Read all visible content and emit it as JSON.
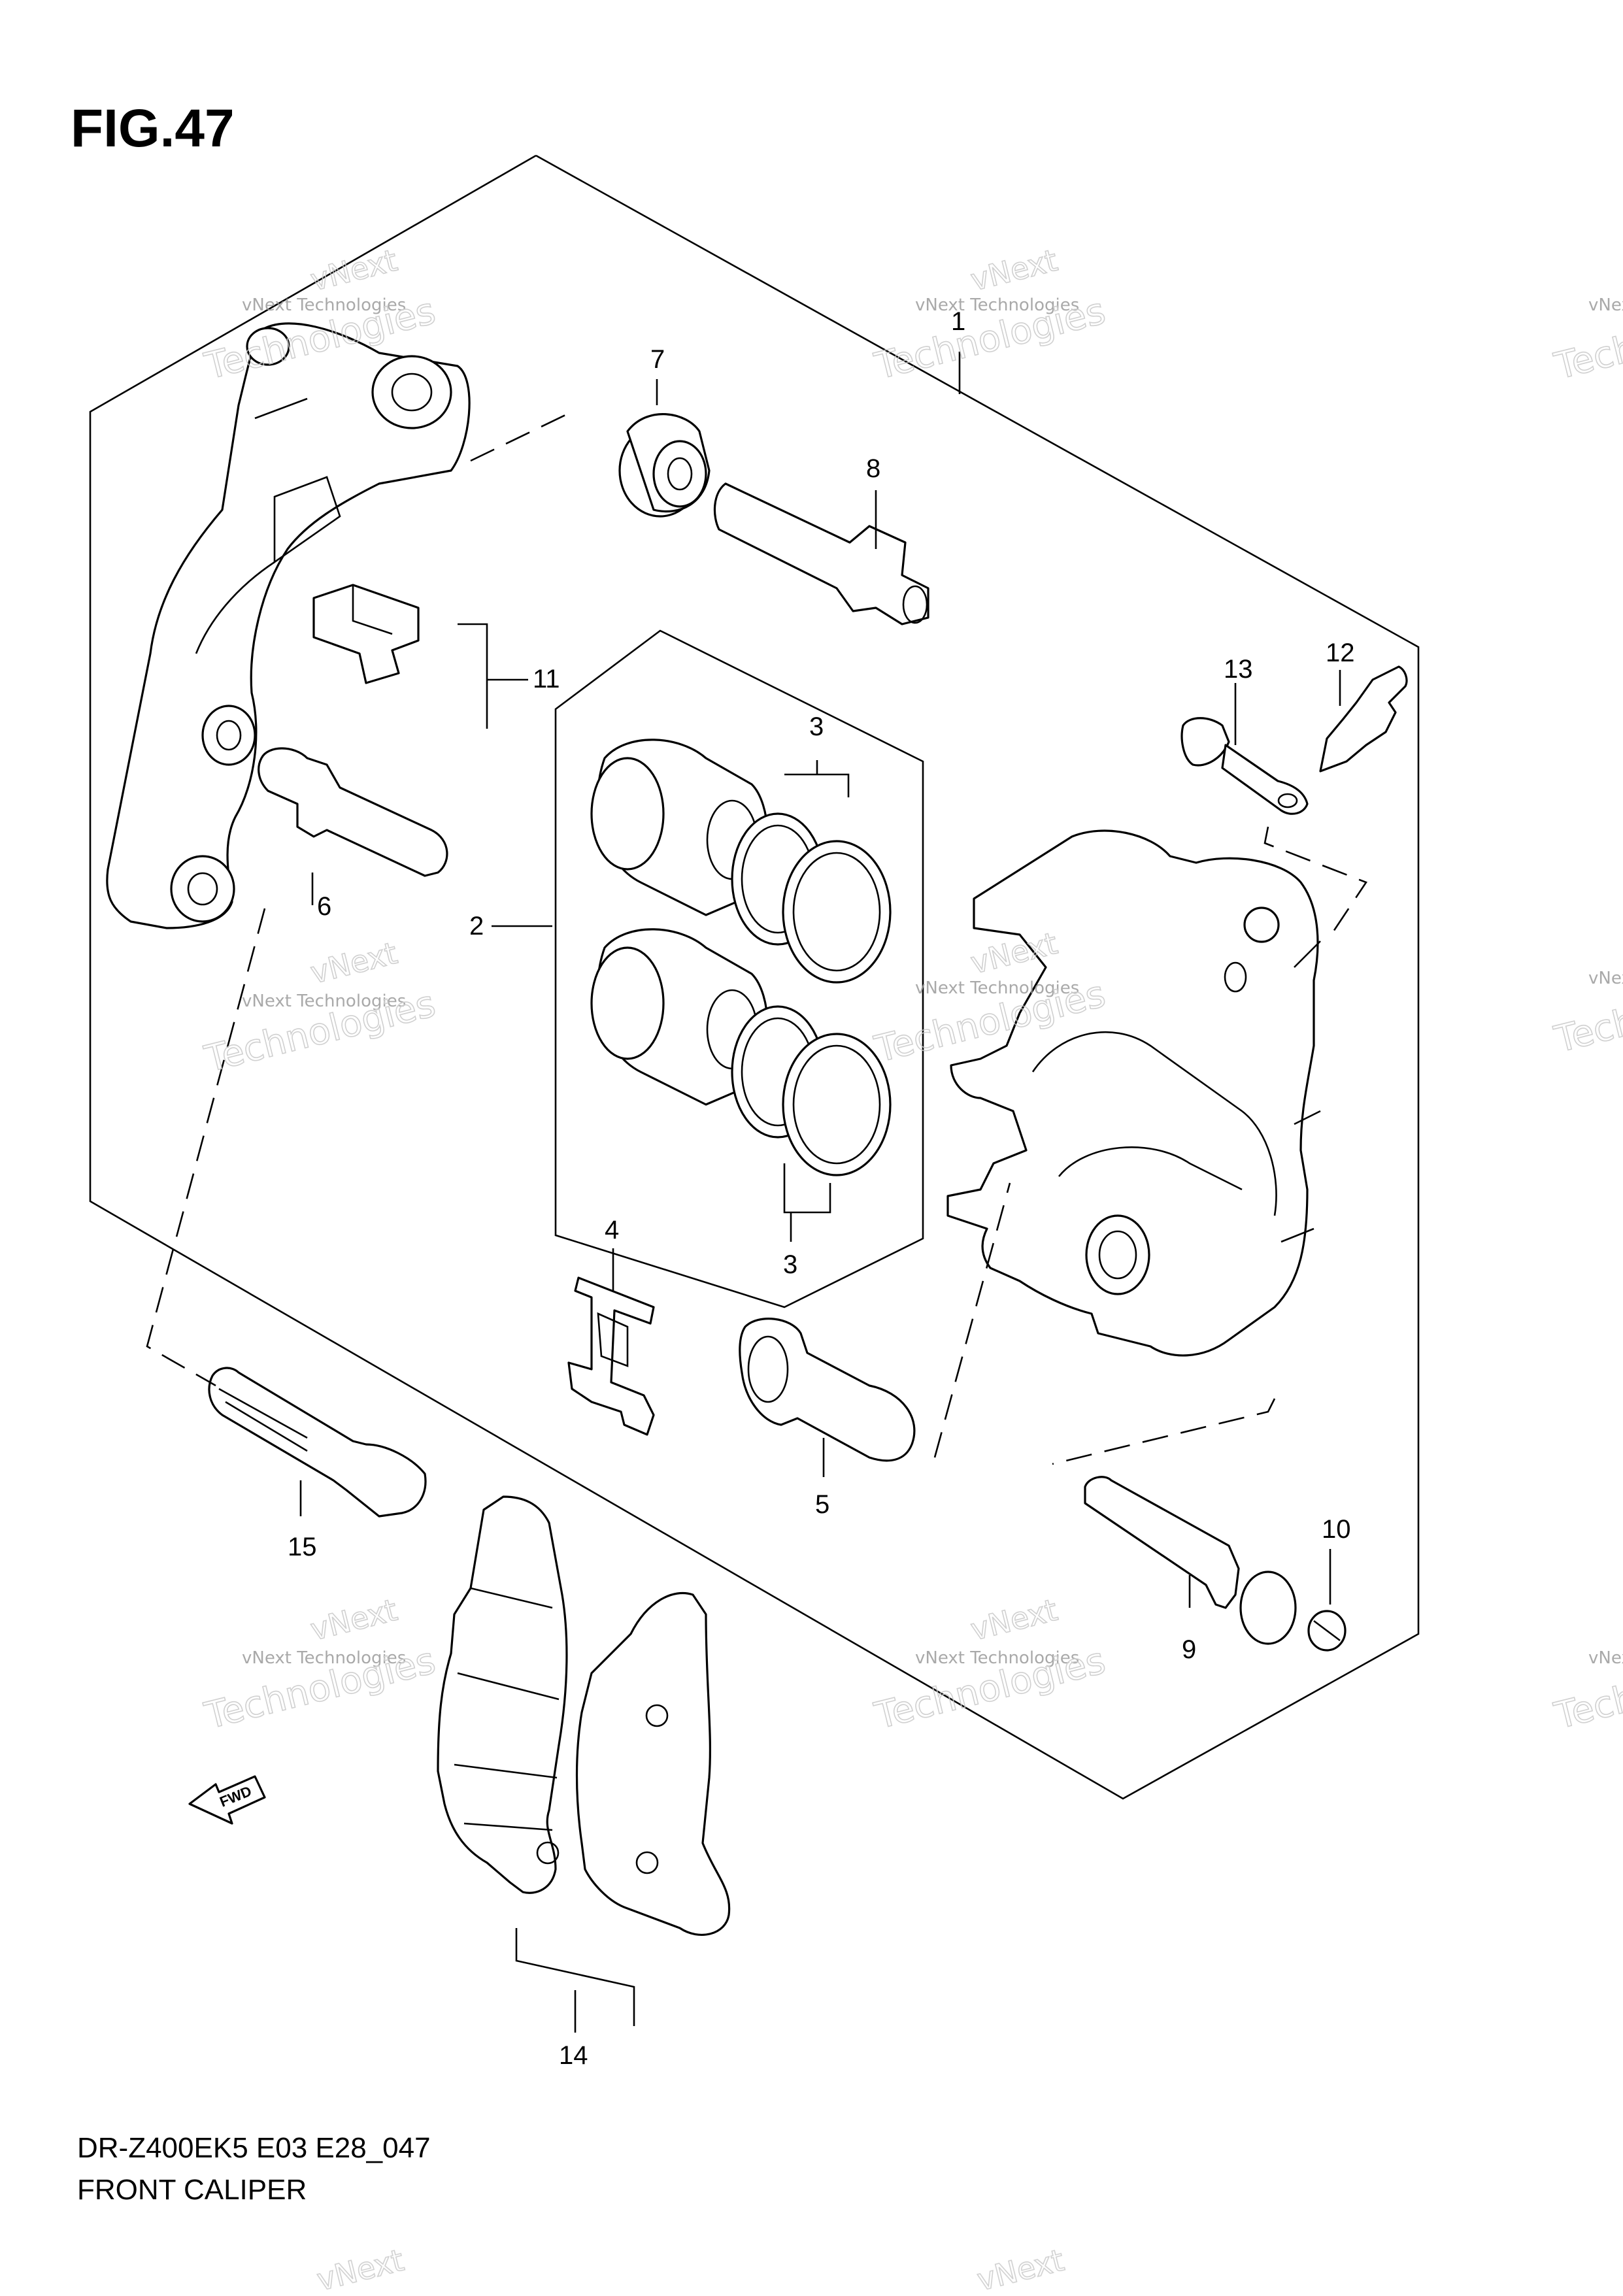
{
  "figure": {
    "title": "FIG.47"
  },
  "caption": {
    "model_code": "DR-Z400EK5 E03 E28_047",
    "name": "FRONT CALIPER"
  },
  "fwd_label": "FWD",
  "watermark": {
    "line1": "vNext Technologies",
    "line2a": "vNext",
    "line2b": "Technologies"
  },
  "callouts": [
    "1",
    "2",
    "3",
    "3",
    "4",
    "5",
    "6",
    "7",
    "8",
    "9",
    "10",
    "11",
    "12",
    "13",
    "14",
    "15"
  ]
}
